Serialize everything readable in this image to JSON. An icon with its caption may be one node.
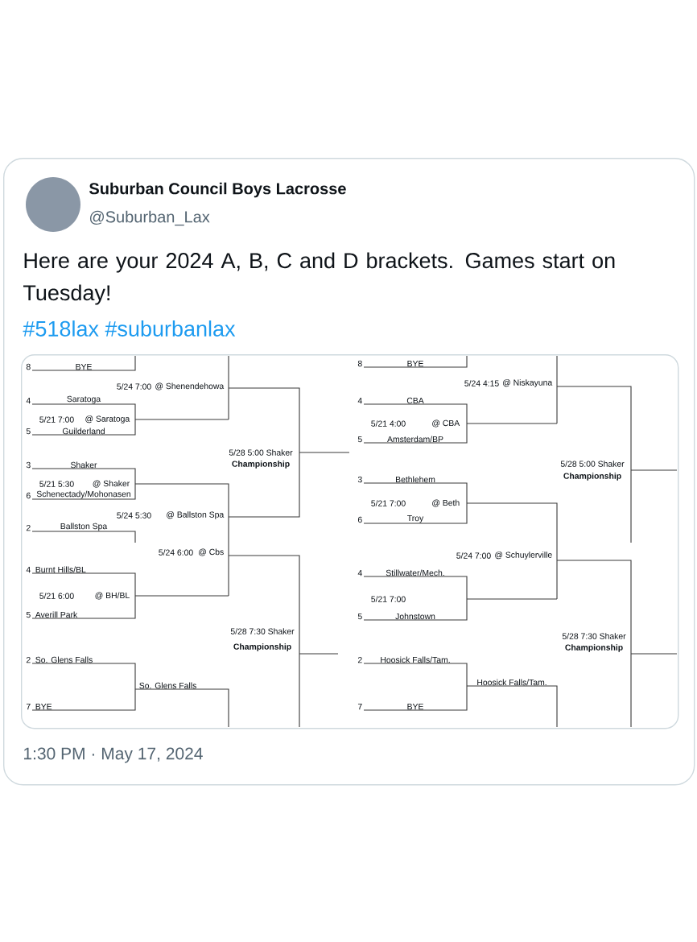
{
  "diagram": {
    "nodes": [
      {
        "text": [
          "Suburban Council Boys Lacrosse",
          "@Suburban_Lax",
          "Here are your 2024 A, B, C and D brackets. Games start on Tuesday!",
          "#518lax #suburbanlax",
          "1:30 PM · May 17, 2024"
        ]
      },
      {
        "text": [
          "8",
          "BYE",
          "5/24 7:00",
          "@ Shenendehowa",
          "4",
          "Saratoga",
          "5/21 7:00",
          "@ Saratoga",
          "5",
          "Guilderland",
          "5/28 5:00 Shaker",
          "3",
          "Shaker",
          "Championship",
          "5/21 5:30",
          "@ Shaker",
          "6",
          "Schenectady/Mohonasen",
          "5/24 5:30",
          "@ Ballston Spa",
          "2",
          "Ballston Spa",
          "8",
          "BYE",
          "5/24 4:15",
          "@ Niskayuna",
          "4",
          "CBA",
          "5/21 4:00",
          "@ CBA",
          "5",
          "Amsterdam/BP",
          "5/28 5:00 Shaker",
          "3",
          "Bethlehem",
          "Championship",
          "5/21 7:00",
          "@ Beth",
          "6",
          "Troy",
          "5/24 6:00",
          "@ Cbs",
          "4",
          "Burnt Hills/BL",
          "5/21 6:00",
          "@ BH/BL",
          "5",
          "Averill Park",
          "5/28 7:30 Shaker",
          "Championship",
          "2",
          "So. Glens Falls",
          "So. Glens Falls",
          "7",
          "BYE",
          "5/24 7:00",
          "@ Schuylerville",
          "4",
          "Stillwater/Mech.",
          "5/21 7:00",
          "5",
          "Johnstown",
          "5/28 7:30 Shaker",
          "Championship",
          "2",
          "Hoosick Falls/Tam.",
          "Hoosick Falls/Tam.",
          "7",
          "BYE"
        ],
        "in": 0
      }
    ]
  }
}
